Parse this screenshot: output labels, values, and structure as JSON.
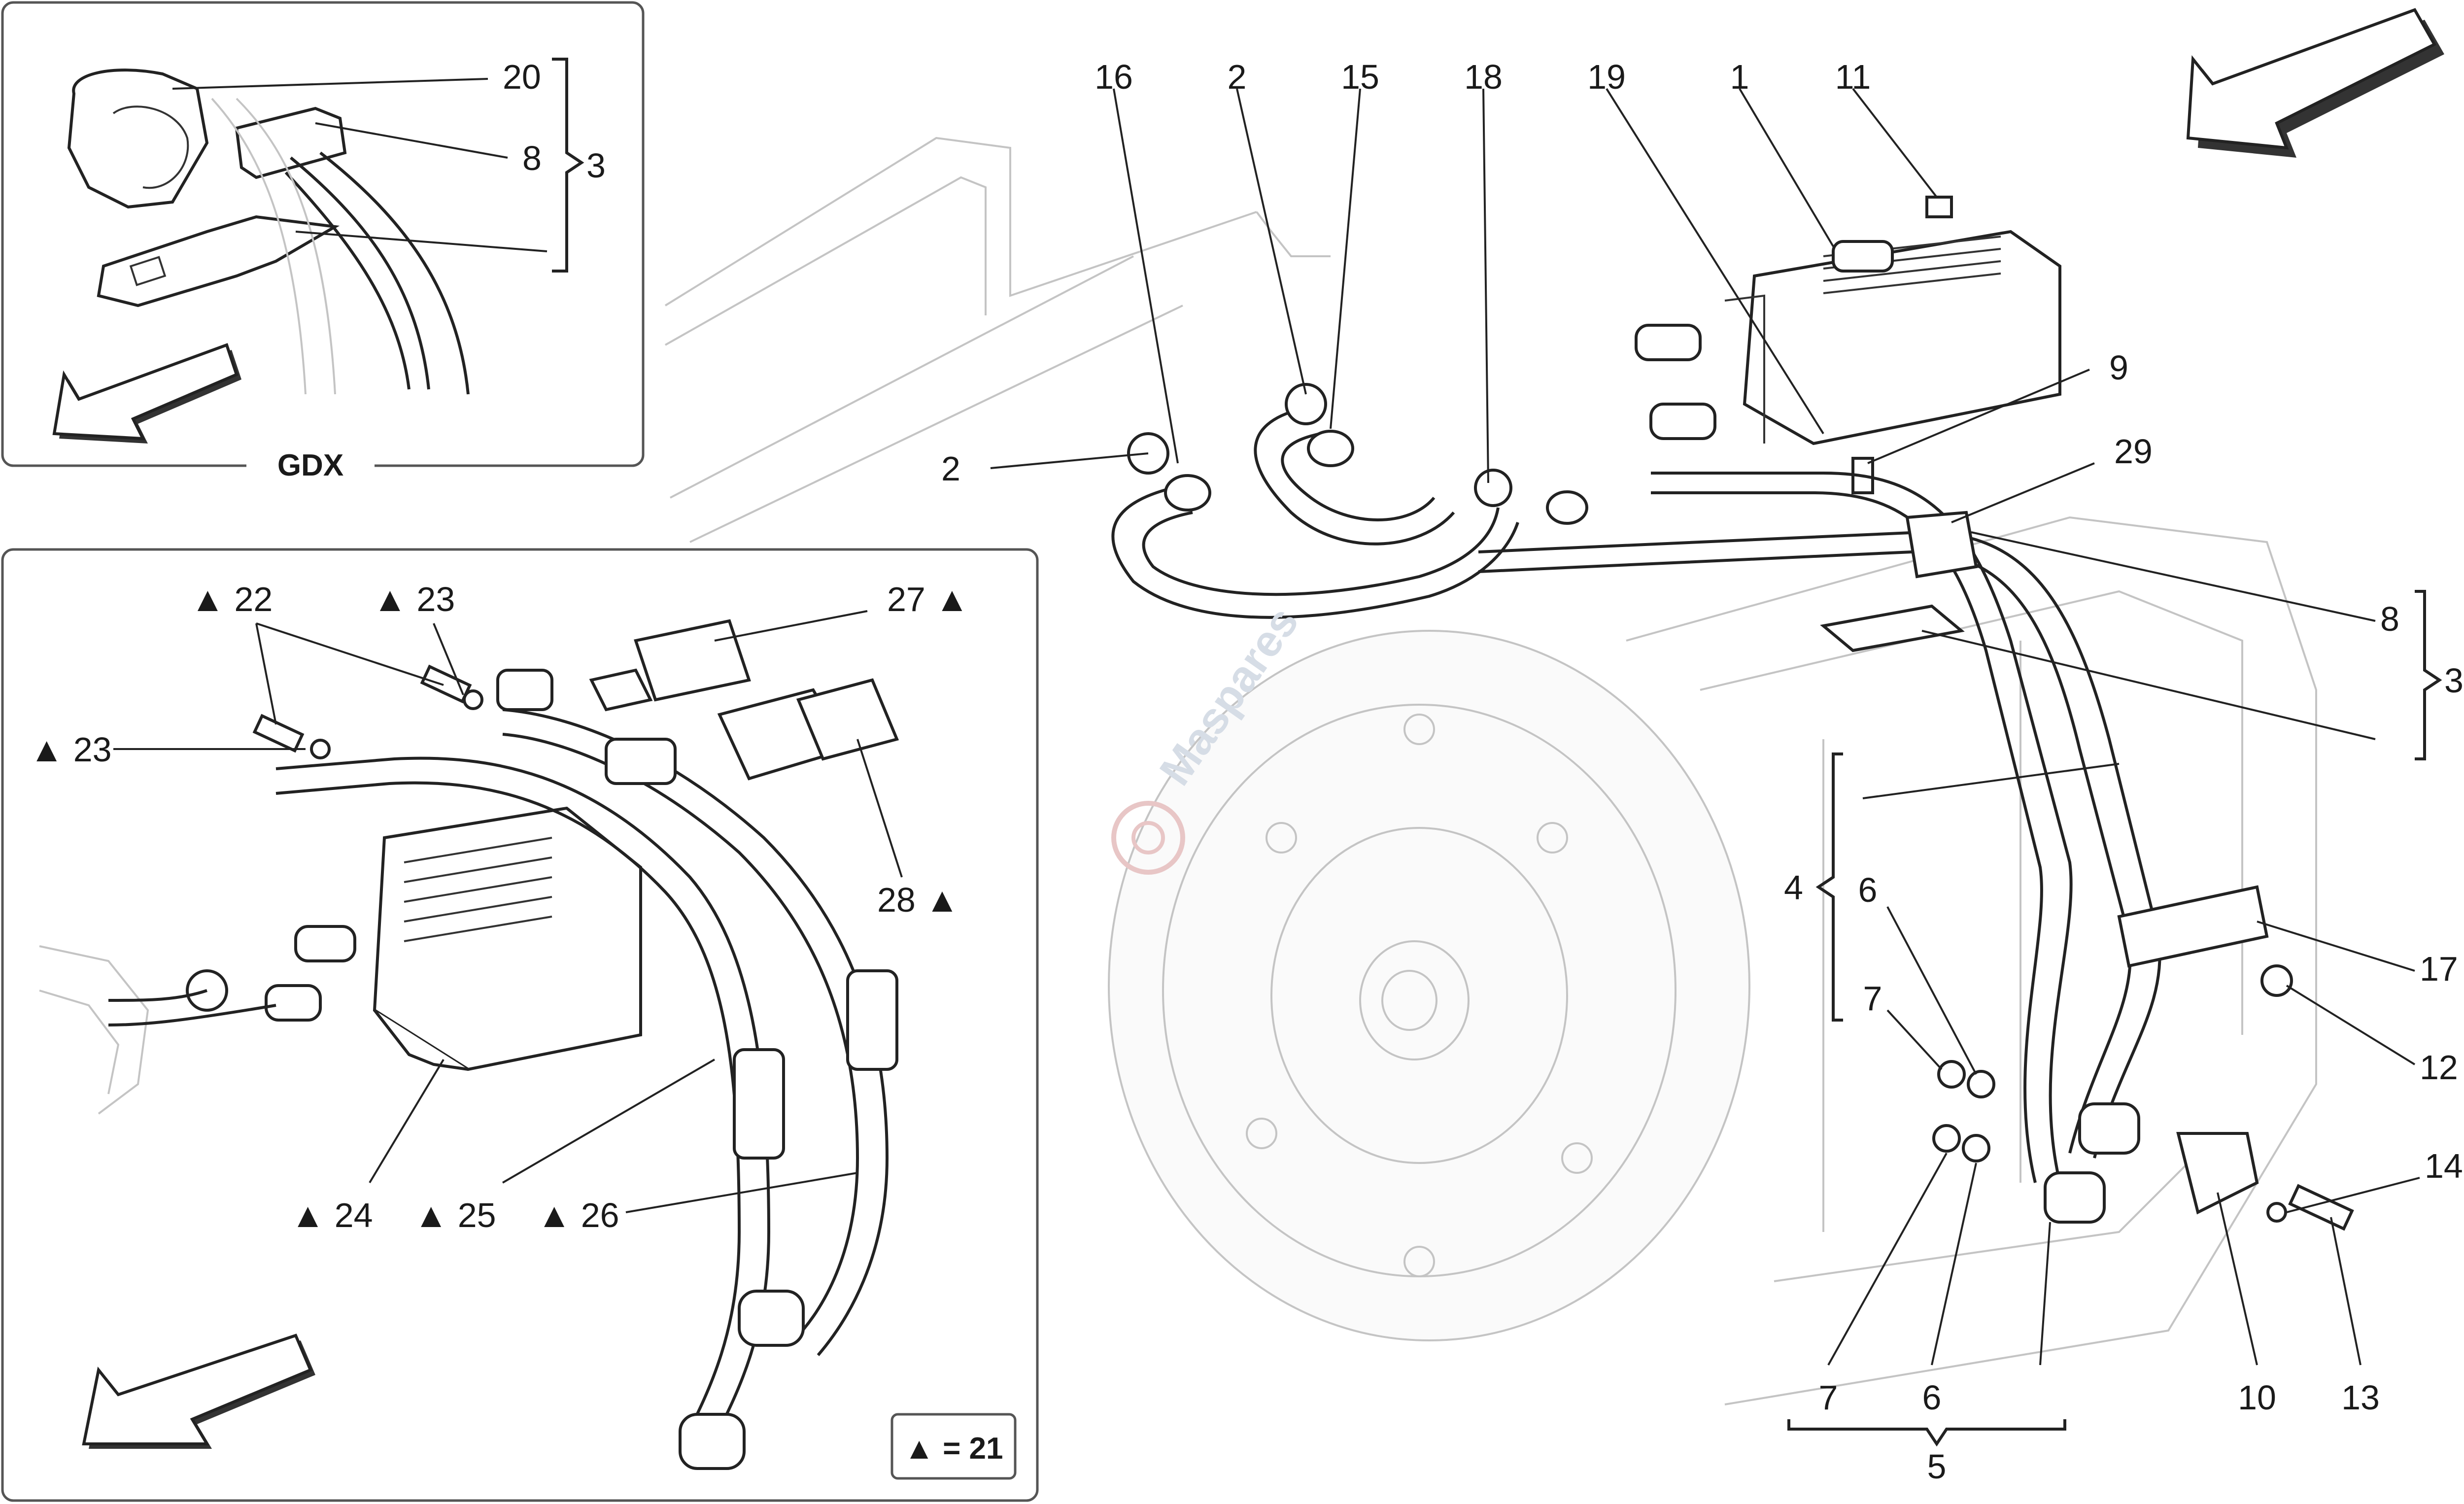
{
  "inset_gdx": {
    "title": "GDX",
    "callouts": {
      "c20": "20",
      "c8": "8",
      "c3": "3"
    }
  },
  "inset_alt": {
    "callouts": {
      "c22": "▲ 22",
      "c23a": "▲ 23",
      "c23b": "▲ 23",
      "c27": "27 ▲",
      "c28": "28 ▲",
      "c24": "▲ 24",
      "c25": "▲ 25",
      "c26": "▲ 26"
    },
    "legend": "▲ = 21"
  },
  "main": {
    "callouts": {
      "c16": "16",
      "c2a": "2",
      "c15": "15",
      "c18": "18",
      "c19": "19",
      "c1": "1",
      "c11": "11",
      "c9": "9",
      "c2b": "2",
      "c29": "29",
      "c8": "8",
      "c3": "3",
      "c4": "4",
      "c6a": "6",
      "c7a": "7",
      "c17": "17",
      "c12": "12",
      "c14": "14",
      "c7b": "7",
      "c6b": "6",
      "c10": "10",
      "c13": "13",
      "c5": "5"
    }
  },
  "watermark": "Maspares"
}
